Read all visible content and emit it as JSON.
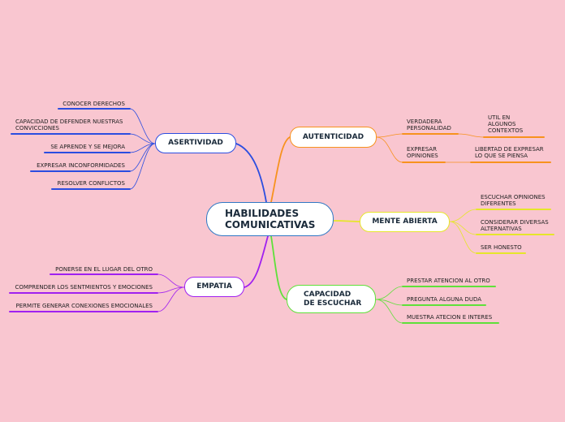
{
  "center": {
    "title": "HABILIDADES\nCOMUNICATIVAS"
  },
  "colors": {
    "asertividad": "#2b4de0",
    "autenticidad": "#f7921e",
    "mente_abierta": "#e6e62a",
    "capacidad": "#5fe03a",
    "empatia": "#a020f0",
    "center_border": "#2f78c4"
  },
  "branches": {
    "asertividad": {
      "label": "ASERTIVIDAD",
      "items": [
        "CONOCER DERECHOS",
        "CAPACIDAD DE DEFENDER NUESTRAS\nCONVICCIONES",
        "SE APRENDE Y SE MEJORA",
        "EXPRESAR INCONFORMIDADES",
        "RESOLVER CONFLICTOS"
      ]
    },
    "empatia": {
      "label": "EMPATIA",
      "items": [
        "PONERSE EN EL LUGAR DEL OTRO",
        "COMPRENDER LOS SENTMIENTOS Y EMOCIONES",
        "PERMITE GENERAR CONEXIONES EMOCIONALES"
      ]
    },
    "autenticidad": {
      "label": "AUTENTICIDAD",
      "items": [
        {
          "label": "VERDADERA\nPERSONALIDAD",
          "child": "UTIL EN\nALGUNOS\nCONTEXTOS"
        },
        {
          "label": "EXPRESAR\nOPINIONES",
          "child": "LIBERTAD DE EXPRESAR\nLO QUE SE PIENSA"
        }
      ]
    },
    "mente_abierta": {
      "label": "MENTE ABIERTA",
      "items": [
        "ESCUCHAR OPINIONES\nDIFERENTES",
        "CONSIDERAR DIVERSAS\nALTERNATIVAS",
        "SER HONESTO"
      ]
    },
    "capacidad": {
      "label": "CAPACIDAD\nDE ESCUCHAR",
      "items": [
        "PRESTAR ATENCION AL OTRO",
        "PREGUNTA ALGUNA DUDA",
        "MUESTRA ATECION E INTERES"
      ]
    }
  }
}
